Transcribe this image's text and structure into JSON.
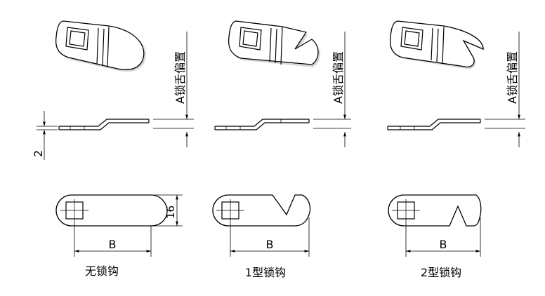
{
  "labels": {
    "offset_label": "A锁舌偏置",
    "thickness": "2",
    "width": "16",
    "length": "B"
  },
  "captions": [
    "无锁钩",
    "1型锁钩",
    "2型锁钩"
  ]
}
